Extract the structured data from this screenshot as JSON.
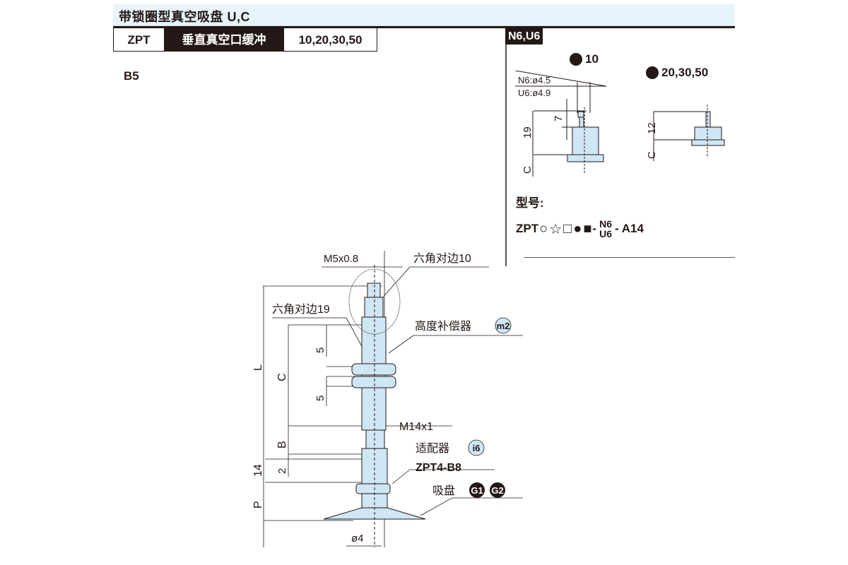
{
  "header": {
    "title": "带锁圈型真空吸盘 U,C",
    "spec": [
      "ZPT",
      "垂直真空口缓冲",
      "10,20,30,50"
    ]
  },
  "section_code": "B5",
  "side_panel": {
    "tag": "N6,U6",
    "variant_a": {
      "label": "10",
      "dims": {
        "n6": "N6:ø4.5",
        "u6": "U6:ø4.9",
        "d7": "7",
        "d19": "19",
        "dc": "C"
      }
    },
    "variant_b": {
      "label": "20,30,50",
      "dims": {
        "d12": "12",
        "dc": "C"
      }
    },
    "model_label": "型号:",
    "model_code": {
      "prefix": "ZPT",
      "symbols": [
        "○",
        "☆",
        "□",
        "●",
        "■"
      ],
      "dash1": "-",
      "stack_top": "N6",
      "stack_bottom": "U6",
      "suffix": "- A14"
    }
  },
  "main_drawing": {
    "labels": {
      "thread_top": "M5x0.8",
      "hex10": "六角对边10",
      "hex19": "六角对边19",
      "compensator": "高度补偿器",
      "compensator_badge": "m2",
      "thread_mid": "M14x1",
      "adapter": "适配器",
      "adapter_badge": "i6",
      "adapter_model": "ZPT4-B8",
      "pad": "吸盘",
      "pad_badge_1": "G1",
      "pad_badge_2": "G2",
      "bore": "ø4"
    },
    "dimensions": {
      "L": "L",
      "C": "C",
      "five_top": "5",
      "five_bottom": "5",
      "B": "B",
      "two": "2",
      "fourteen": "14",
      "P": "P"
    }
  },
  "colors": {
    "part_fill": "#cfe6f5",
    "title_bg": "#e8f4fc",
    "ink": "#231815"
  }
}
